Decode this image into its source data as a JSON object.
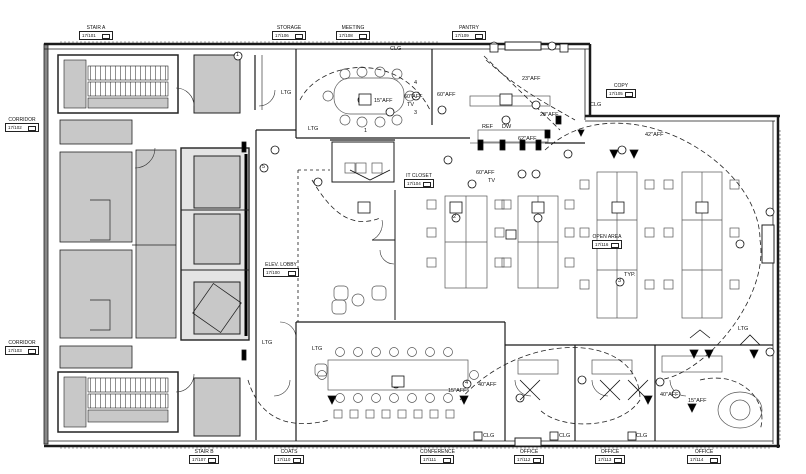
{
  "room_tags": [
    {
      "id": "stair-a",
      "name": "STAIR A",
      "code": "17/101"
    },
    {
      "id": "storage",
      "name": "STORAGE",
      "code": "17/106"
    },
    {
      "id": "meeting",
      "name": "MEETING",
      "code": "17/108"
    },
    {
      "id": "pantry",
      "name": "PANTRY",
      "code": "17/109"
    },
    {
      "id": "copy",
      "name": "COPY",
      "code": "17/105"
    },
    {
      "id": "corridor-n",
      "name": "CORRIDOR",
      "code": "17/102"
    },
    {
      "id": "lobby",
      "name": "ELEV. LOBBY",
      "code": "17/100"
    },
    {
      "id": "corridor-s",
      "name": "CORRIDOR",
      "code": "17/103"
    },
    {
      "id": "it-closet",
      "name": "IT CLOSET",
      "code": "17/104"
    },
    {
      "id": "open-area",
      "name": "OPEN AREA",
      "code": "17/116"
    },
    {
      "id": "stair-b",
      "name": "STAIR B",
      "code": "17/107"
    },
    {
      "id": "coats",
      "name": "COATS",
      "code": "17/110"
    },
    {
      "id": "conference",
      "name": "CONFERENCE",
      "code": "17/111"
    },
    {
      "id": "office-1",
      "name": "OFFICE",
      "code": "17/112"
    },
    {
      "id": "office-2",
      "name": "OFFICE",
      "code": "17/113"
    },
    {
      "id": "office-3",
      "name": "OFFICE",
      "code": "17/114"
    }
  ],
  "labels": {
    "ltg": "LTG",
    "clg": "CLG",
    "typ": "TYP.",
    "ref": "REF",
    "dw": "DW",
    "tv": "TV",
    "aff_15": "15\"AFF",
    "aff_40": "40\"AFF",
    "aff_42": "42\"AFF",
    "aff_60": "60\"AFF",
    "aff_62": "62\"AFF",
    "aff_23": "23\"AFF",
    "aff_28": "28\"AFF"
  },
  "device_numbers": [
    "1",
    "2",
    "3",
    "4",
    "5"
  ],
  "colors": {
    "line": "#1a1a1a",
    "fill_gray": "#c8c8c8",
    "background": "#ffffff"
  }
}
